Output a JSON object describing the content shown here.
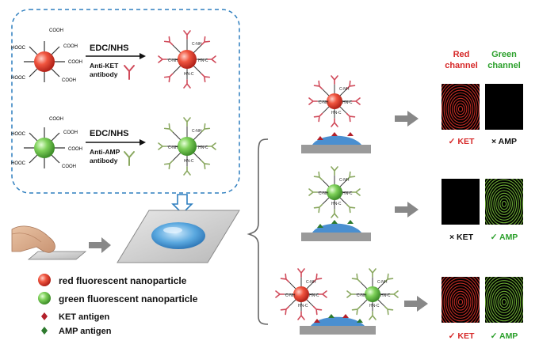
{
  "reaction": {
    "reagent": "EDC/NHS",
    "anti_ket": [
      "Anti-KET",
      "antibody"
    ],
    "anti_amp": [
      "Anti-AMP",
      "antibody"
    ],
    "cooh": "COOH",
    "cooh_rev": "HOOC",
    "c_nh": "C-NH",
    "hn_c": "HN-C"
  },
  "channels": {
    "red_header": [
      "Red",
      "channel"
    ],
    "green_header": [
      "Green",
      "channel"
    ]
  },
  "results": {
    "row1_red": "✓ KET",
    "row1_green": "× AMP",
    "row2_red": "× KET",
    "row2_green": "✓ AMP",
    "row3_red": "✓ KET",
    "row3_green": "✓ AMP"
  },
  "legend": {
    "red_np": "red fluorescent nanoparticle",
    "green_np": "green fluorescent nanoparticle",
    "ket": "KET antigen",
    "amp": "AMP antigen"
  },
  "colors": {
    "red_np": "#e43d2f",
    "green_np": "#6cc04a",
    "ket_antigen": "#b3202a",
    "amp_antigen": "#2d7a2d",
    "dash_border": "#2f7fbf",
    "arrow_gray": "#888888",
    "droplet": "#58a8e0",
    "substrate": "#9a9a9a"
  }
}
